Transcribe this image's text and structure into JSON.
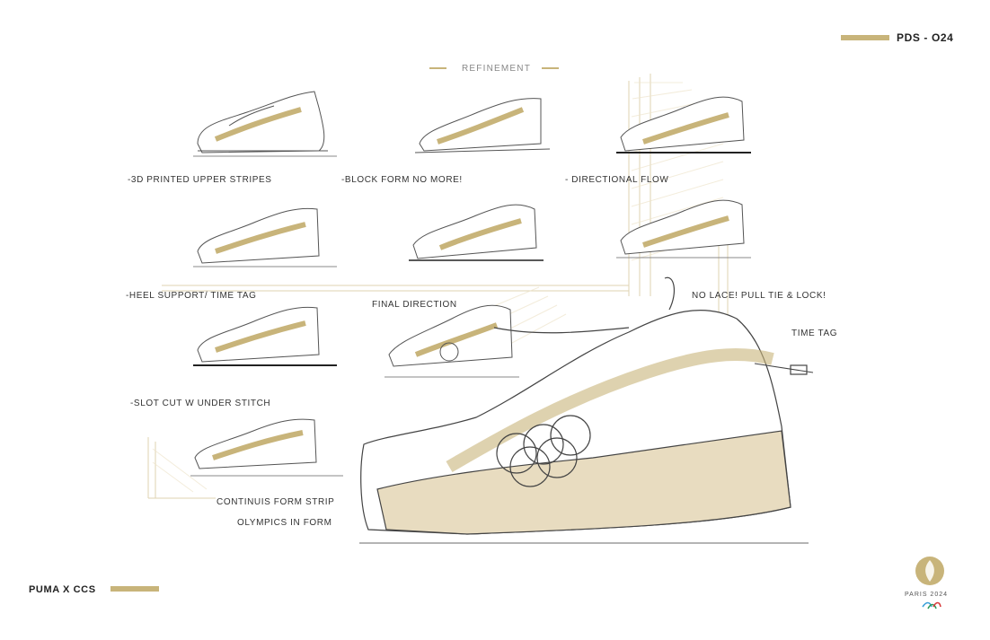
{
  "header": {
    "code": "PDS - O24"
  },
  "section": {
    "title": "REFINEMENT"
  },
  "notes": {
    "upper_stripes": "-3D PRINTED UPPER STRIPES",
    "block_form": "-BLOCK FORM NO MORE!",
    "directional_flow": "- DIRECTIONAL FLOW",
    "heel_support": "-HEEL SUPPORT/ TIME TAG",
    "final_direction": "FINAL DIRECTION",
    "no_lace": "NO LACE! PULL TIE & LOCK!",
    "time_tag": "TIME TAG",
    "slot_cut": "-SLOT CUT W UNDER STITCH",
    "continuis": "CONTINUIS FORM STRIP",
    "olympics": "OLYMPICS IN FORM"
  },
  "footer": {
    "brand": "PUMA X CCS"
  },
  "logo": {
    "text": "PARIS 2024"
  },
  "colors": {
    "gold": "#c8b47a",
    "sketch_fill": "#e8dcc0",
    "line": "#555555"
  },
  "icons": {
    "logo": "paris-2024-flame-icon",
    "paralympic": "agitos-icon"
  }
}
